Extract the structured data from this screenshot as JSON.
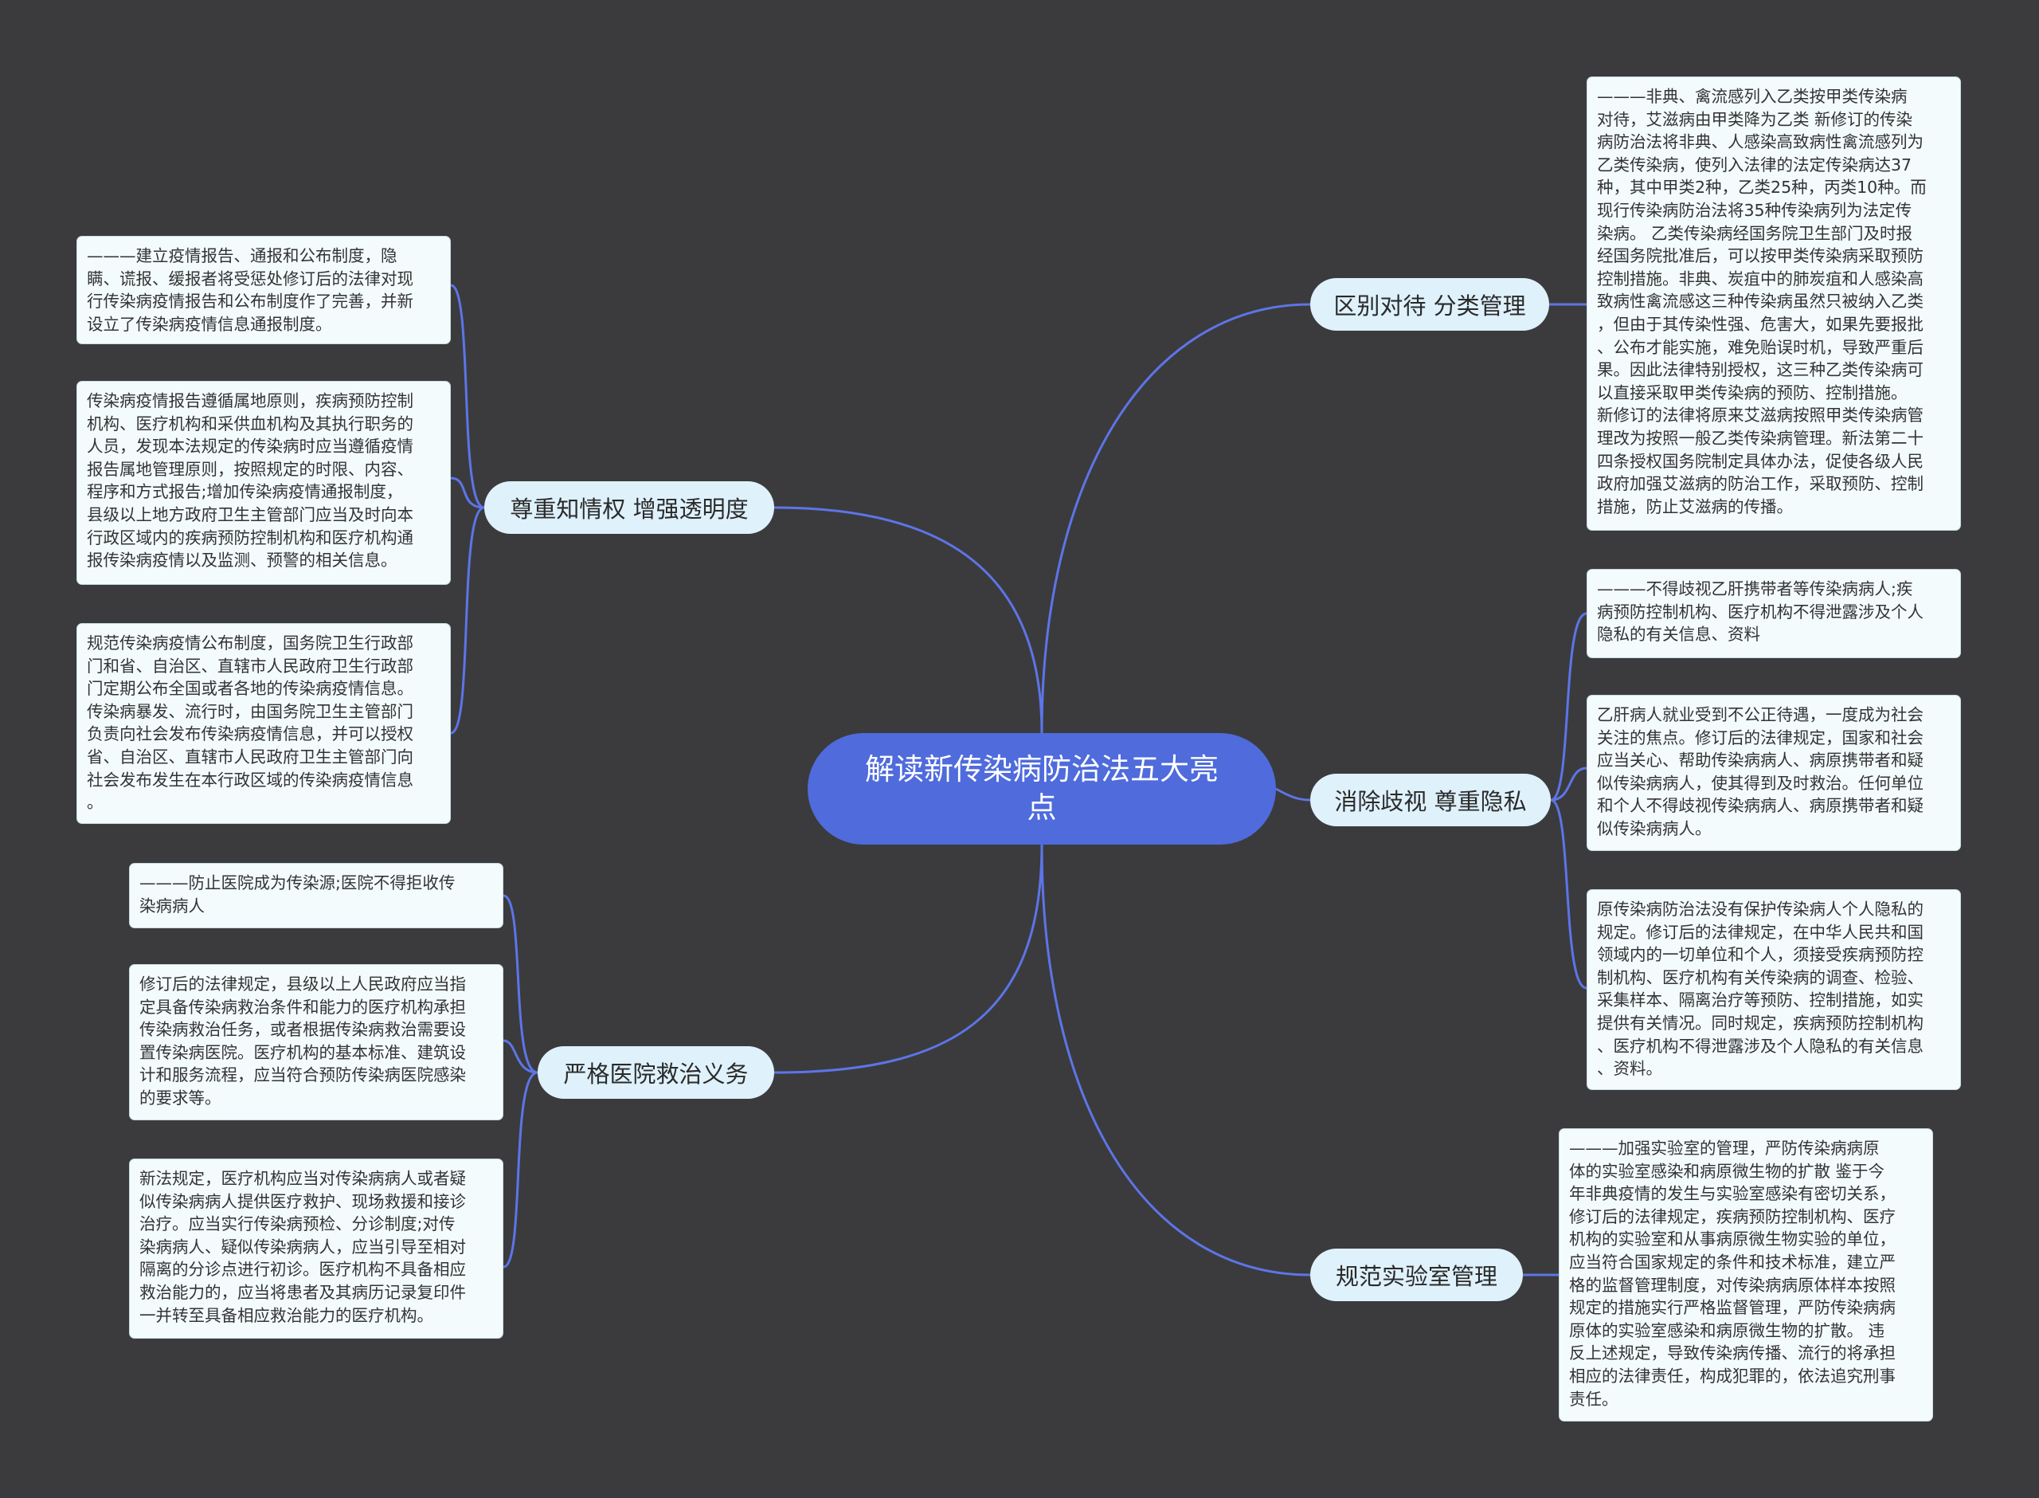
{
  "root": {
    "title": "解读新传染病防治法五大亮点"
  },
  "branches": [
    {
      "label": "区别对待 分类管理",
      "leaves": [
        "———非典、禽流感列入乙类按甲类传染病\n对待，艾滋病由甲类降为乙类 新修订的传染\n病防治法将非典、人感染高致病性禽流感列为\n乙类传染病，使列入法律的法定传染病达37\n种，其中甲类2种，乙类25种，丙类10种。而\n现行传染病防治法将35种传染病列为法定传\n染病。 乙类传染病经国务院卫生部门及时报\n经国务院批准后，可以按甲类传染病采取预防\n控制措施。非典、炭疽中的肺炭疽和人感染高\n致病性禽流感这三种传染病虽然只被纳入乙类\n，但由于其传染性强、危害大，如果先要报批\n、公布才能实施，难免贻误时机，导致严重后\n果。因此法律特别授权，这三种乙类传染病可\n以直接采取甲类传染病的预防、控制措施。\n新修订的法律将原来艾滋病按照甲类传染病管\n理改为按照一般乙类传染病管理。新法第二十\n四条授权国务院制定具体办法，促使各级人民\n政府加强艾滋病的防治工作，采取预防、控制\n措施，防止艾滋病的传播。"
      ]
    },
    {
      "label": "消除歧视 尊重隐私",
      "leaves": [
        "———不得歧视乙肝携带者等传染病病人;疾\n病预防控制机构、医疗机构不得泄露涉及个人\n隐私的有关信息、资料",
        "乙肝病人就业受到不公正待遇，一度成为社会\n关注的焦点。修订后的法律规定，国家和社会\n应当关心、帮助传染病病人、病原携带者和疑\n似传染病病人，使其得到及时救治。任何单位\n和个人不得歧视传染病病人、病原携带者和疑\n似传染病病人。",
        "原传染病防治法没有保护传染病人个人隐私的\n规定。修订后的法律规定，在中华人民共和国\n领域内的一切单位和个人，须接受疾病预防控\n制机构、医疗机构有关传染病的调查、检验、\n采集样本、隔离治疗等预防、控制措施，如实\n提供有关情况。同时规定，疾病预防控制机构\n、医疗机构不得泄露涉及个人隐私的有关信息\n、资料。"
      ]
    },
    {
      "label": "规范实验室管理",
      "leaves": [
        "———加强实验室的管理，严防传染病病原\n体的实验室感染和病原微生物的扩散 鉴于今\n年非典疫情的发生与实验室感染有密切关系，\n修订后的法律规定，疾病预防控制机构、医疗\n机构的实验室和从事病原微生物实验的单位，\n应当符合国家规定的条件和技术标准，建立严\n格的监督管理制度，对传染病病原体样本按照\n规定的措施实行严格监督管理，严防传染病病\n原体的实验室感染和病原微生物的扩散。 违\n反上述规定，导致传染病传播、流行的将承担\n相应的法律责任，构成犯罪的，依法追究刑事\n责任。"
      ]
    },
    {
      "label": "尊重知情权 增强透明度",
      "leaves": [
        "———建立疫情报告、通报和公布制度，隐\n瞒、谎报、缓报者将受惩处修订后的法律对现\n行传染病疫情报告和公布制度作了完善，并新\n设立了传染病疫情信息通报制度。",
        "传染病疫情报告遵循属地原则，疾病预防控制\n机构、医疗机构和采供血机构及其执行职务的\n人员，发现本法规定的传染病时应当遵循疫情\n报告属地管理原则，按照规定的时限、内容、\n程序和方式报告;增加传染病疫情通报制度，\n县级以上地方政府卫生主管部门应当及时向本\n行政区域内的疾病预防控制机构和医疗机构通\n报传染病疫情以及监测、预警的相关信息。",
        "规范传染病疫情公布制度，国务院卫生行政部\n门和省、自治区、直辖市人民政府卫生行政部\n门定期公布全国或者各地的传染病疫情信息。\n传染病暴发、流行时，由国务院卫生主管部门\n负责向社会发布传染病疫情信息，并可以授权\n省、自治区、直辖市人民政府卫生主管部门向\n社会发布发生在本行政区域的传染病疫情信息\n。"
      ]
    },
    {
      "label": "严格医院救治义务",
      "leaves": [
        "———防止医院成为传染源;医院不得拒收传\n染病病人",
        "修订后的法律规定，县级以上人民政府应当指\n定具备传染病救治条件和能力的医疗机构承担\n传染病救治任务，或者根据传染病救治需要设\n置传染病医院。医疗机构的基本标准、建筑设\n计和服务流程，应当符合预防传染病医院感染\n的要求等。",
        "新法规定，医疗机构应当对传染病病人或者疑\n似传染病病人提供医疗救护、现场救援和接诊\n治疗。应当实行传染病预检、分诊制度;对传\n染病病人、疑似传染病病人，应当引导至相对\n隔离的分诊点进行初诊。医疗机构不具备相应\n救治能力的，应当将患者及其病历记录复印件\n一并转至具备相应救治能力的医疗机构。"
      ]
    }
  ]
}
